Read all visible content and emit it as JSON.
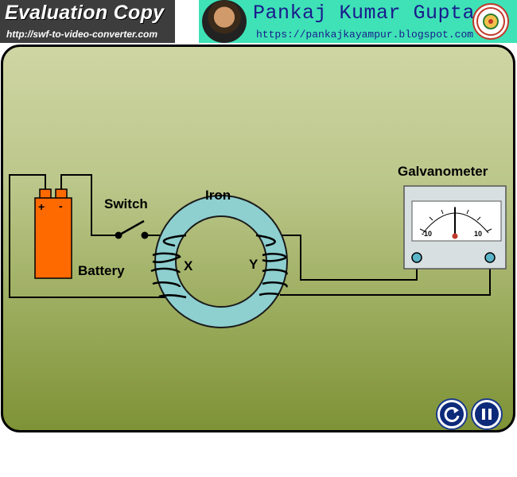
{
  "watermark": {
    "title": "Evaluation Copy",
    "url": "http://swf-to-video-converter.com"
  },
  "author": {
    "name": "Pankaj Kumar Gupta",
    "url": "https://pankajkayampur.blogspot.com"
  },
  "diagram": {
    "labels": {
      "switch": "Switch",
      "iron": "Iron",
      "galvanometer": "Galvanometer",
      "battery": "Battery",
      "coil_x": "X",
      "coil_y": "Y"
    },
    "battery_terminals": {
      "positive": "+",
      "negative": "-"
    },
    "galvanometer_scale": {
      "min": "-10",
      "max": "10",
      "needle_value": 0
    },
    "switch_state": "open"
  },
  "controls": {
    "replay_icon": "replay-icon",
    "pause_icon": "pause-icon"
  },
  "colors": {
    "battery": "#ff6a00",
    "iron_ring": "#8ecfd0",
    "eval_banner": "#3d3d3d",
    "author_banner": "#3ee2b6",
    "control_button": "#0d2a7a"
  }
}
